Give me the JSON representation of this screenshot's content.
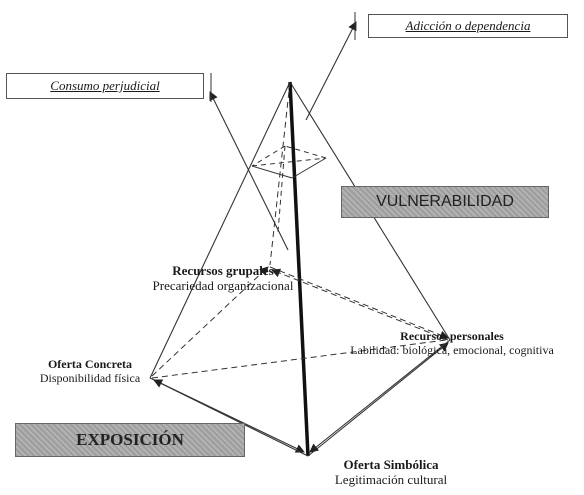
{
  "boxes": {
    "addiction": "Adicción o dependencia",
    "harmful": "Consumo perjudicial",
    "vulnerability": "VULNERABILIDAD",
    "exposure": "EXPOSICIÓN"
  },
  "nodes": {
    "group": {
      "title": "Recursos grupales",
      "subtitle": "Precariedad organizacional"
    },
    "personal": {
      "title": "Recursos personales",
      "subtitle": "Labilidad: biológica, emocional, cognitiva"
    },
    "concrete": {
      "title": "Oferta Concreta",
      "subtitle": "Disponibilidad física"
    },
    "symbolic": {
      "title": "Oferta Simbólica",
      "subtitle": "Legitimación cultural"
    }
  }
}
